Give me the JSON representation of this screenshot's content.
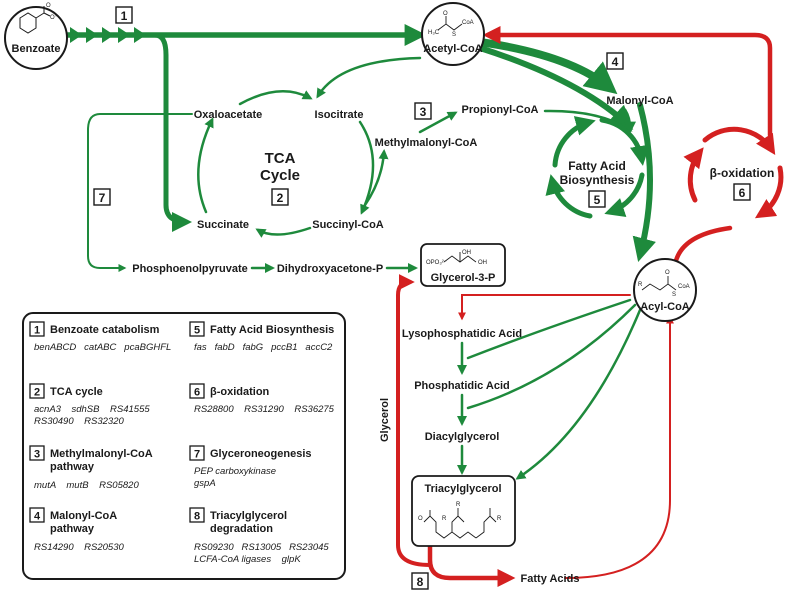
{
  "nodes": {
    "benzoate": "Benzoate",
    "acetyl_coa": "Acetyl-CoA",
    "malonyl_coa": "Malonyl-CoA",
    "propionyl_coa": "Propionyl-CoA",
    "methylmalonyl_coa": "Methylmalonyl-CoA",
    "oxaloacetate": "Oxaloacetate",
    "isocitrate": "Isocitrate",
    "succinate": "Succinate",
    "succinyl_coa": "Succinyl-CoA",
    "tca_line1": "TCA",
    "tca_line2": "Cycle",
    "fab_line1": "Fatty Acid",
    "fab_line2": "Biosynthesis",
    "beta_ox": "β-oxidation",
    "pep": "Phosphoenolpyruvate",
    "dhap": "Dihydroxyacetone-P",
    "glycerol3p": "Glycerol-3-P",
    "acyl_coa": "Acyl-CoA",
    "lysophosphatidic": "Lysophosphatidic Acid",
    "phosphatidic": "Phosphatidic Acid",
    "diacylglycerol": "Diacylglycerol",
    "triacylglycerol": "Triacylglycerol",
    "glycerol": "Glycerol",
    "fatty_acids": "Fatty Acids"
  },
  "chem": {
    "h3c": "H₃C",
    "o": "O",
    "s": "S",
    "coa": "CoA",
    "r": "R",
    "opo3": "OPO₃²⁻",
    "oh": "OH",
    "o_minus": "O⁻"
  },
  "pathway_numbers": {
    "n1": "1",
    "n2": "2",
    "n3": "3",
    "n4": "4",
    "n5": "5",
    "n6": "6",
    "n7": "7",
    "n8": "8"
  },
  "legend": {
    "items": [
      {
        "num": "1",
        "title": "Benzoate catabolism",
        "genes": [
          "benABCD   catABC   pcaBGHFL"
        ]
      },
      {
        "num": "2",
        "title": "TCA cycle",
        "genes": [
          "acnA3    sdhSB    RS41555",
          "RS30490    RS32320"
        ]
      },
      {
        "num": "3",
        "title": "Methylmalonyl-CoA",
        "title2": "pathway",
        "genes": [
          "mutA    mutB    RS05820"
        ]
      },
      {
        "num": "4",
        "title": "Malonyl-CoA",
        "title2": "pathway",
        "genes": [
          "RS14290    RS20530"
        ]
      },
      {
        "num": "5",
        "title": "Fatty Acid Biosynthesis",
        "genes": [
          "fas   fabD   fabG   pccB1   accC2"
        ]
      },
      {
        "num": "6",
        "title": "β-oxidation",
        "genes": [
          "RS28800    RS31290    RS36275"
        ]
      },
      {
        "num": "7",
        "title": "Glyceroneogenesis",
        "genes": [
          "PEP carboxykinase",
          "gspA"
        ]
      },
      {
        "num": "8",
        "title": "Triacylglycerol",
        "title2": "degradation",
        "genes": [
          "RS09230   RS13005   RS23045",
          "LCFA-CoA ligases    glpK"
        ]
      }
    ]
  },
  "colors": {
    "green": "#1e8a3c",
    "red": "#d42020",
    "black": "#1a1a1a"
  }
}
